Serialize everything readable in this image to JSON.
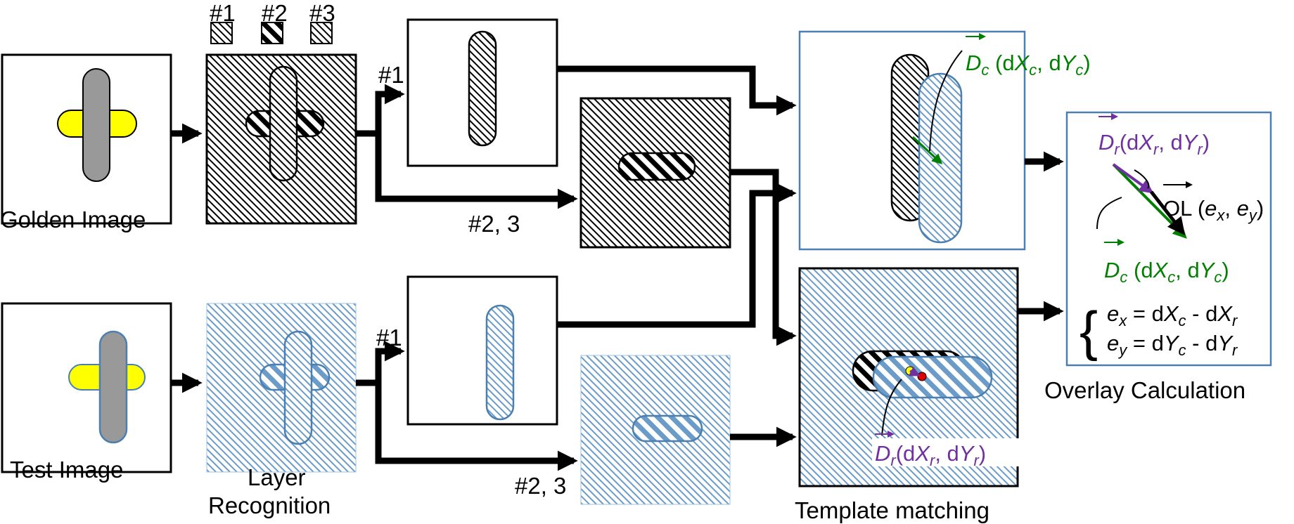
{
  "colors": {
    "black": "#000000",
    "gray": "#999999",
    "yellow": "#ffff00",
    "blue": "#4a7fb0",
    "blue_light": "#9cc3e4",
    "green": "#008000",
    "purple": "#7030a0",
    "red": "#e00000"
  },
  "legend": {
    "items": [
      {
        "label": "#1",
        "pattern": "light-diagonal"
      },
      {
        "label": "#2",
        "pattern": "bold-diagonal"
      },
      {
        "label": "#3",
        "pattern": "light-diagonal"
      }
    ]
  },
  "labels": {
    "golden_image": "Golden Image",
    "test_image": "Test Image",
    "layer_recognition_1": "Layer",
    "layer_recognition_2": "Recognition",
    "template_matching": "Template matching",
    "overlay_calculation": "Overlay Calculation",
    "branch_1_top": "#1",
    "branch_23_top": "#2, 3",
    "branch_1_bottom": "#1",
    "branch_23_bottom": "#2, 3"
  },
  "vectors": {
    "dc": {
      "sym": "D",
      "sub": "c",
      "open": " (d",
      "x": "X",
      "mid": ", d",
      "y": "Y",
      "close": ")"
    },
    "dr": {
      "sym": "D",
      "sub": "r",
      "open": "(d",
      "x": "X",
      "mid": ", d",
      "y": "Y",
      "close": ")"
    },
    "ol": {
      "sym": "OL",
      "open": " (",
      "x": "e",
      "xsub": "x",
      "mid": ", ",
      "y": "e",
      "ysub": "y",
      "close": ")"
    }
  },
  "equations": {
    "ex": {
      "lhs": "e",
      "lhs_sub": "x",
      "eq": " = d",
      "a": "X",
      "a_sub": "c",
      "minus": " - d",
      "b": "X",
      "b_sub": "r"
    },
    "ey": {
      "lhs": "e",
      "lhs_sub": "y",
      "eq": " = d",
      "a": "Y",
      "a_sub": "c",
      "minus": " - d",
      "b": "Y",
      "b_sub": "r"
    }
  }
}
